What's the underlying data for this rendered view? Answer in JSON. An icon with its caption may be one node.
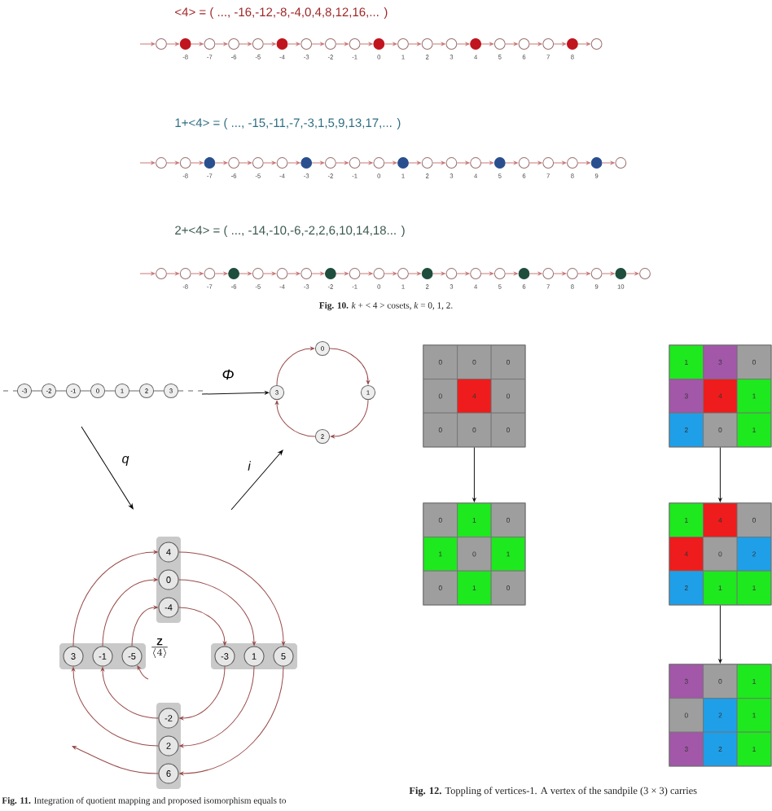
{
  "diagram": {
    "nodes": [
      {
        "text": [],
        "shape": "circle"
      },
      {
        "text": [],
        "shape": "dot",
        "beside": [
          "-8"
        ]
      },
      {
        "text": [],
        "shape": "circle",
        "beside": [
          "-7"
        ]
      },
      {
        "text": [],
        "shape": "circle",
        "beside": [
          "-6"
        ]
      },
      {
        "text": [],
        "shape": "circle",
        "beside": [
          "-5"
        ]
      },
      {
        "text": [],
        "shape": "dot",
        "beside": [
          "-4"
        ]
      },
      {
        "text": [],
        "shape": "circle",
        "beside": [
          "-3"
        ]
      },
      {
        "text": [],
        "shape": "circle",
        "beside": [
          "-2"
        ]
      },
      {
        "text": [],
        "shape": "circle",
        "beside": [
          "-1"
        ]
      },
      {
        "text": [],
        "shape": "dot",
        "beside": [
          "0"
        ]
      },
      {
        "text": [],
        "shape": "circle",
        "beside": [
          "1"
        ]
      },
      {
        "text": [],
        "shape": "circle",
        "beside": [
          "2"
        ]
      },
      {
        "text": [],
        "shape": "circle",
        "beside": [
          "3"
        ]
      },
      {
        "text": [],
        "shape": "dot",
        "beside": [
          "4"
        ]
      },
      {
        "text": [],
        "shape": "circle",
        "beside": [
          "5"
        ]
      },
      {
        "text": [],
        "shape": "circle",
        "beside": [
          "6"
        ]
      },
      {
        "text": [],
        "shape": "circle",
        "beside": [
          "7"
        ]
      },
      {
        "text": [],
        "shape": "dot",
        "beside": [
          "8"
        ]
      },
      {
        "text": [],
        "shape": "circle"
      },
      {
        "text": [],
        "shape": "circle"
      },
      {
        "text": [],
        "shape": "circle",
        "beside": [
          "-8"
        ]
      },
      {
        "text": [],
        "shape": "dot",
        "beside": [
          "-7"
        ]
      },
      {
        "text": [],
        "shape": "circle",
        "beside": [
          "-6"
        ]
      },
      {
        "text": [],
        "shape": "circle",
        "beside": [
          "-5"
        ]
      },
      {
        "text": [],
        "shape": "circle",
        "beside": [
          "-4"
        ]
      },
      {
        "text": [],
        "shape": "dot",
        "beside": [
          "-3"
        ]
      },
      {
        "text": [],
        "shape": "circle",
        "beside": [
          "-2"
        ]
      },
      {
        "text": [],
        "shape": "circle",
        "beside": [
          "-1"
        ]
      },
      {
        "text": [],
        "shape": "circle",
        "beside": [
          "0"
        ]
      },
      {
        "text": [],
        "shape": "dot",
        "beside": [
          "1"
        ]
      },
      {
        "text": [],
        "shape": "circle",
        "beside": [
          "2"
        ]
      },
      {
        "text": [],
        "shape": "circle",
        "beside": [
          "3"
        ]
      },
      {
        "text": [],
        "shape": "circle",
        "beside": [
          "4"
        ]
      },
      {
        "text": [],
        "shape": "dot",
        "beside": [
          "5"
        ]
      },
      {
        "text": [],
        "shape": "circle",
        "beside": [
          "6"
        ]
      },
      {
        "text": [],
        "shape": "circle",
        "beside": [
          "7"
        ]
      },
      {
        "text": [],
        "shape": "circle",
        "beside": [
          "8"
        ]
      },
      {
        "text": [],
        "shape": "dot",
        "beside": [
          "9"
        ]
      },
      {
        "text": [],
        "shape": "circle"
      },
      {
        "text": [],
        "shape": "circle"
      },
      {
        "text": [],
        "shape": "circle",
        "beside": [
          "-8"
        ]
      },
      {
        "text": [],
        "shape": "circle",
        "beside": [
          "-7"
        ]
      },
      {
        "text": [],
        "shape": "dot",
        "beside": [
          "-6"
        ]
      },
      {
        "text": [],
        "shape": "circle",
        "beside": [
          "-5"
        ]
      },
      {
        "text": [],
        "shape": "circle",
        "beside": [
          "-4"
        ]
      },
      {
        "text": [],
        "shape": "circle",
        "beside": [
          "-3"
        ]
      },
      {
        "text": [],
        "shape": "dot",
        "beside": [
          "-2"
        ]
      },
      {
        "text": [],
        "shape": "circle",
        "beside": [
          "-1"
        ]
      },
      {
        "text": [],
        "shape": "circle",
        "beside": [
          "0"
        ]
      },
      {
        "text": [],
        "shape": "circle",
        "beside": [
          "1"
        ]
      },
      {
        "text": [],
        "shape": "dot",
        "beside": [
          "2"
        ]
      },
      {
        "text": [],
        "shape": "circle",
        "beside": [
          "3"
        ]
      },
      {
        "text": [],
        "shape": "circle",
        "beside": [
          "4"
        ]
      },
      {
        "text": [],
        "shape": "circle",
        "beside": [
          "5"
        ]
      },
      {
        "text": [],
        "shape": "dot",
        "beside": [
          "6"
        ]
      },
      {
        "text": [],
        "shape": "circle",
        "beside": [
          "7"
        ]
      },
      {
        "text": [],
        "shape": "circle",
        "beside": [
          "8"
        ]
      },
      {
        "text": [],
        "shape": "circle",
        "beside": [
          "9"
        ]
      },
      {
        "text": [],
        "shape": "dot",
        "beside": [
          "10"
        ]
      },
      {
        "text": [],
        "shape": "circle"
      },
      {
        "text": [
          "-3"
        ]
      },
      {
        "text": [
          "-2"
        ]
      },
      {
        "text": [
          "-1"
        ]
      },
      {
        "text": [
          "0"
        ]
      },
      {
        "text": [
          "1"
        ]
      },
      {
        "text": [
          "2"
        ]
      },
      {
        "text": [
          "3"
        ]
      },
      {
        "text": [
          "0"
        ]
      },
      {
        "text": [
          "1"
        ]
      },
      {
        "text": [
          "2"
        ]
      },
      {
        "text": [
          "3"
        ]
      },
      {
        "text": [],
        "shape": "bar"
      },
      {
        "text": [
          "4"
        ],
        "in": 71
      },
      {
        "text": [
          "0"
        ],
        "in": 71
      },
      {
        "text": [
          "-4"
        ],
        "in": 71
      },
      {
        "text": [],
        "shape": "bar"
      },
      {
        "text": [
          "3"
        ],
        "in": 75
      },
      {
        "text": [
          "-1"
        ],
        "in": 75
      },
      {
        "text": [
          "-5"
        ],
        "in": 75
      },
      {
        "text": [],
        "shape": "bar"
      },
      {
        "text": [
          "-3"
        ],
        "in": 79
      },
      {
        "text": [
          "1"
        ],
        "in": 79
      },
      {
        "text": [
          "5"
        ],
        "in": 79
      },
      {
        "text": [],
        "shape": "bar"
      },
      {
        "text": [
          "-2"
        ],
        "in": 83
      },
      {
        "text": [
          "2"
        ],
        "in": 83
      },
      {
        "text": [
          "6"
        ],
        "in": 83
      },
      {
        "text": [],
        "shape": "box"
      },
      {
        "text": [
          "0"
        ],
        "in": 87
      },
      {
        "text": [
          "0"
        ],
        "in": 87
      },
      {
        "text": [
          "0"
        ],
        "in": 87
      },
      {
        "text": [
          "0"
        ],
        "in": 87
      },
      {
        "text": [
          "4"
        ],
        "in": 87
      },
      {
        "text": [
          "0"
        ],
        "in": 87
      },
      {
        "text": [
          "0"
        ],
        "in": 87
      },
      {
        "text": [
          "0"
        ],
        "in": 87
      },
      {
        "text": [
          "0"
        ],
        "in": 87
      },
      {
        "text": [],
        "shape": "box"
      },
      {
        "text": [
          "0"
        ],
        "in": 97
      },
      {
        "text": [
          "1"
        ],
        "in": 97
      },
      {
        "text": [
          "0"
        ],
        "in": 97
      },
      {
        "text": [
          "1"
        ],
        "in": 97
      },
      {
        "text": [
          "0"
        ],
        "in": 97
      },
      {
        "text": [
          "1"
        ],
        "in": 97
      },
      {
        "text": [
          "0"
        ],
        "in": 97
      },
      {
        "text": [
          "1"
        ],
        "in": 97
      },
      {
        "text": [
          "0"
        ],
        "in": 97
      },
      {
        "text": [],
        "shape": "box"
      },
      {
        "text": [
          "1"
        ],
        "in": 107
      },
      {
        "text": [
          "3"
        ],
        "in": 107
      },
      {
        "text": [
          "0"
        ],
        "in": 107
      },
      {
        "text": [
          "3"
        ],
        "in": 107
      },
      {
        "text": [
          "4"
        ],
        "in": 107
      },
      {
        "text": [
          "1"
        ],
        "in": 107
      },
      {
        "text": [
          "2"
        ],
        "in": 107
      },
      {
        "text": [
          "0"
        ],
        "in": 107
      },
      {
        "text": [
          "1"
        ],
        "in": 107
      },
      {
        "text": [],
        "shape": "box"
      },
      {
        "text": [
          "1"
        ],
        "in": 117
      },
      {
        "text": [
          "4"
        ],
        "in": 117
      },
      {
        "text": [
          "0"
        ],
        "in": 117
      },
      {
        "text": [
          "4"
        ],
        "in": 117
      },
      {
        "text": [
          "0"
        ],
        "in": 117
      },
      {
        "text": [
          "2"
        ],
        "in": 117
      },
      {
        "text": [
          "2"
        ],
        "in": 117
      },
      {
        "text": [
          "1"
        ],
        "in": 117
      },
      {
        "text": [
          "1"
        ],
        "in": 117
      },
      {
        "text": [],
        "shape": "box"
      },
      {
        "text": [
          "3"
        ],
        "in": 127
      },
      {
        "text": [
          "0"
        ],
        "in": 127
      },
      {
        "text": [
          "1"
        ],
        "in": 127
      },
      {
        "text": [
          "0"
        ],
        "in": 127
      },
      {
        "text": [
          "2"
        ],
        "in": 127
      },
      {
        "text": [
          "1"
        ],
        "in": 127
      },
      {
        "text": [
          "3"
        ],
        "in": 127
      },
      {
        "text": [
          "2"
        ],
        "in": 127
      },
      {
        "text": [
          "1"
        ],
        "in": 127
      }
    ],
    "edges": [
      {
        "from": null,
        "to": 0,
        "arrow": "to"
      },
      {
        "from": 0,
        "to": 1,
        "arrow": "to"
      },
      {
        "from": 1,
        "to": 2,
        "arrow": "to"
      },
      {
        "from": 2,
        "to": 3,
        "arrow": "to"
      },
      {
        "from": 3,
        "to": 4,
        "arrow": "to"
      },
      {
        "from": 4,
        "to": 5,
        "arrow": "to"
      },
      {
        "from": 5,
        "to": 6,
        "arrow": "to"
      },
      {
        "from": 6,
        "to": 7,
        "arrow": "to"
      },
      {
        "from": 7,
        "to": 8,
        "arrow": "to"
      },
      {
        "from": 8,
        "to": 9,
        "arrow": "to"
      },
      {
        "from": 9,
        "to": 10,
        "arrow": "to"
      },
      {
        "from": 10,
        "to": 11,
        "arrow": "to"
      },
      {
        "from": 11,
        "to": 12,
        "arrow": "to"
      },
      {
        "from": 12,
        "to": 13,
        "arrow": "to"
      },
      {
        "from": 13,
        "to": 14,
        "arrow": "to"
      },
      {
        "from": 14,
        "to": 15,
        "arrow": "to"
      },
      {
        "from": 15,
        "to": 16,
        "arrow": "to"
      },
      {
        "from": 16,
        "to": 17,
        "arrow": "to"
      },
      {
        "from": 17,
        "to": 18,
        "arrow": "to"
      },
      {
        "from": null,
        "to": 19,
        "arrow": "to"
      },
      {
        "from": 19,
        "to": 20,
        "arrow": "to"
      },
      {
        "from": 20,
        "to": 21,
        "arrow": "to"
      },
      {
        "from": 21,
        "to": 22,
        "arrow": "to"
      },
      {
        "from": 22,
        "to": 23,
        "arrow": "to"
      },
      {
        "from": 23,
        "to": 24,
        "arrow": "to"
      },
      {
        "from": 24,
        "to": 25,
        "arrow": "to"
      },
      {
        "from": 25,
        "to": 26,
        "arrow": "to"
      },
      {
        "from": 26,
        "to": 27,
        "arrow": "to"
      },
      {
        "from": 27,
        "to": 28,
        "arrow": "to"
      },
      {
        "from": 28,
        "to": 29,
        "arrow": "to"
      },
      {
        "from": 29,
        "to": 30,
        "arrow": "to"
      },
      {
        "from": 30,
        "to": 31,
        "arrow": "to"
      },
      {
        "from": 31,
        "to": 32,
        "arrow": "to"
      },
      {
        "from": 32,
        "to": 33,
        "arrow": "to"
      },
      {
        "from": 33,
        "to": 34,
        "arrow": "to"
      },
      {
        "from": 34,
        "to": 35,
        "arrow": "to"
      },
      {
        "from": 35,
        "to": 36,
        "arrow": "to"
      },
      {
        "from": 36,
        "to": 37,
        "arrow": "to"
      },
      {
        "from": 37,
        "to": 38,
        "arrow": "to"
      },
      {
        "from": null,
        "to": 39,
        "arrow": "to"
      },
      {
        "from": 39,
        "to": 40,
        "arrow": "to"
      },
      {
        "from": 40,
        "to": 41,
        "arrow": "to"
      },
      {
        "from": 41,
        "to": 42,
        "arrow": "to"
      },
      {
        "from": 42,
        "to": 43,
        "arrow": "to"
      },
      {
        "from": 43,
        "to": 44,
        "arrow": "to"
      },
      {
        "from": 44,
        "to": 45,
        "arrow": "to"
      },
      {
        "from": 45,
        "to": 46,
        "arrow": "to"
      },
      {
        "from": 46,
        "to": 47,
        "arrow": "to"
      },
      {
        "from": 47,
        "to": 48,
        "arrow": "to"
      },
      {
        "from": 48,
        "to": 49,
        "arrow": "to"
      },
      {
        "from": 49,
        "to": 50,
        "arrow": "to"
      },
      {
        "from": 50,
        "to": 51,
        "arrow": "to"
      },
      {
        "from": 51,
        "to": 52,
        "arrow": "to"
      },
      {
        "from": 52,
        "to": 53,
        "arrow": "to"
      },
      {
        "from": 53,
        "to": 54,
        "arrow": "to"
      },
      {
        "from": 54,
        "to": 55,
        "arrow": "to"
      },
      {
        "from": 55,
        "to": 56,
        "arrow": "to"
      },
      {
        "from": 56,
        "to": 57,
        "arrow": "to"
      },
      {
        "from": 57,
        "to": 58,
        "arrow": "to"
      },
      {
        "from": 58,
        "to": 59,
        "arrow": "to"
      },
      {
        "from": null,
        "to": 60,
        "arrow": "none",
        "style": "dashed",
        "color": "#666666"
      },
      {
        "from": 60,
        "to": 61,
        "arrow": "none",
        "color": "#666666"
      },
      {
        "from": 61,
        "to": 62,
        "arrow": "none",
        "color": "#666666"
      },
      {
        "from": 62,
        "to": 63,
        "arrow": "none",
        "color": "#666666"
      },
      {
        "from": 63,
        "to": 64,
        "arrow": "none",
        "color": "#666666"
      },
      {
        "from": 64,
        "to": 65,
        "arrow": "none",
        "color": "#666666"
      },
      {
        "from": 65,
        "to": 66,
        "arrow": "none",
        "color": "#666666"
      },
      {
        "from": 66,
        "to": null,
        "arrow": "none",
        "style": "dashed",
        "color": "#666666"
      },
      {
        "from": 67,
        "to": 68,
        "arrow": "to",
        "color": "#9a4a4a"
      },
      {
        "from": 68,
        "to": 69,
        "arrow": "to",
        "color": "#9a4a4a"
      },
      {
        "from": 69,
        "to": 70,
        "arrow": "to",
        "color": "#9a4a4a"
      },
      {
        "from": 70,
        "to": 67,
        "arrow": "to",
        "color": "#9a4a4a"
      },
      {
        "from": null,
        "to": 78,
        "arrow": "to",
        "color": "#9a4a4a"
      },
      {
        "from": 78,
        "to": 74,
        "arrow": "to",
        "color": "#9a4a4a"
      },
      {
        "from": 74,
        "to": 80,
        "arrow": "to",
        "color": "#9a4a4a"
      },
      {
        "from": 80,
        "to": 84,
        "arrow": "to",
        "color": "#9a4a4a"
      },
      {
        "from": 84,
        "to": 77,
        "arrow": "to",
        "color": "#9a4a4a"
      },
      {
        "from": 77,
        "to": 73,
        "arrow": "to",
        "color": "#9a4a4a"
      },
      {
        "from": 73,
        "to": 81,
        "arrow": "to",
        "color": "#9a4a4a"
      },
      {
        "from": 81,
        "to": 85,
        "arrow": "to",
        "color": "#9a4a4a"
      },
      {
        "from": 85,
        "to": 76,
        "arrow": "to",
        "color": "#9a4a4a"
      },
      {
        "from": 76,
        "to": 72,
        "arrow": "to",
        "color": "#9a4a4a"
      },
      {
        "from": 72,
        "to": 82,
        "arrow": "to",
        "color": "#9a4a4a"
      },
      {
        "from": 82,
        "to": 86,
        "arrow": "to",
        "color": "#9a4a4a"
      },
      {
        "from": 86,
        "to": null,
        "arrow": "to",
        "color": "#9a4a4a"
      },
      {
        "from": 87,
        "to": 97,
        "arrow": "to",
        "color": "#111111"
      },
      {
        "from": 107,
        "to": 117,
        "arrow": "to",
        "color": "#111111"
      },
      {
        "from": 117,
        "to": 127,
        "arrow": "to",
        "color": "#111111"
      },
      {
        "from": null,
        "to": 70,
        "arrow": "to",
        "color": "#111111",
        "label": "Φ"
      }
    ],
    "labels": [
      "<4> = ( ...,  -16,-12,-8,-4,0,4,8,12,16,... )",
      "1+<4> = ( ...,  -15,-11,-7,-3,1,5,9,13,17,... )",
      "2+<4> = ( ...,  -14,-10,-6,-2,2,6,10,14,18... )",
      "**Fig. 10.** *k* + < 4 > cosets, *k* = 0, 1, 2.",
      "q",
      "i",
      "\\frac{\\mathbf{Z}}{\\langle 4\\rangle}",
      "**Fig. 11.** Integration of quotient mapping and proposed isomorphism equals to",
      "**Fig. 12.** Toppling of vertices-1. A vertex of the sandpile (3 × 3) carries"
    ]
  }
}
